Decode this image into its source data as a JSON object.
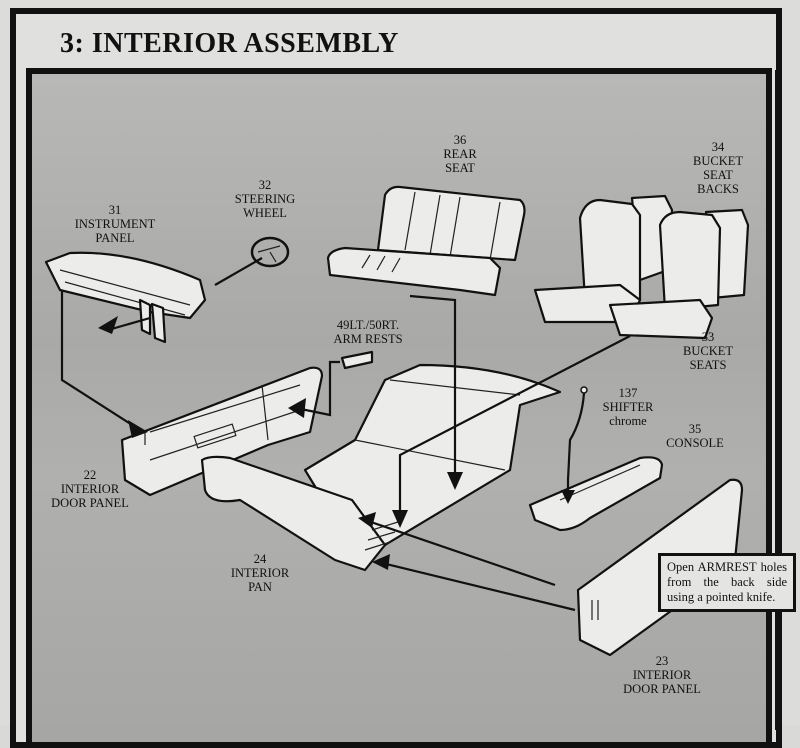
{
  "section": {
    "title": "3: INTERIOR ASSEMBLY"
  },
  "parts": {
    "instrument_panel": {
      "number": "31",
      "name_1": "INSTRUMENT",
      "name_2": "PANEL"
    },
    "steering_wheel": {
      "number": "32",
      "name_1": "STEERING",
      "name_2": "WHEEL"
    },
    "rear_seat": {
      "number": "36",
      "name_1": "REAR",
      "name_2": "SEAT"
    },
    "bucket_seat_backs": {
      "number": "34",
      "name_1": "BUCKET",
      "name_2": "SEAT",
      "name_3": "BACKS"
    },
    "arm_rests": {
      "number": "49LT./50RT.",
      "name_1": "ARM RESTS"
    },
    "bucket_seats": {
      "number": "33",
      "name_1": "BUCKET",
      "name_2": "SEATS"
    },
    "shifter": {
      "number": "137",
      "name_1": "SHIFTER",
      "name_2": "chrome"
    },
    "console": {
      "number": "35",
      "name_1": "CONSOLE"
    },
    "interior_door_panel_left": {
      "number": "22",
      "name_1": "INTERIOR",
      "name_2": "DOOR PANEL"
    },
    "interior_pan": {
      "number": "24",
      "name_1": "INTERIOR",
      "name_2": "PAN"
    },
    "interior_door_panel_right": {
      "number": "23",
      "name_1": "INTERIOR",
      "name_2": "DOOR PANEL"
    }
  },
  "note": {
    "text": "Open ARMREST holes from the back side using a pointed knife."
  },
  "colors": {
    "ink": "#111111",
    "paper": "#dcdcda",
    "panel_background": "#b0b0ae",
    "part_fill": "#ececea"
  }
}
